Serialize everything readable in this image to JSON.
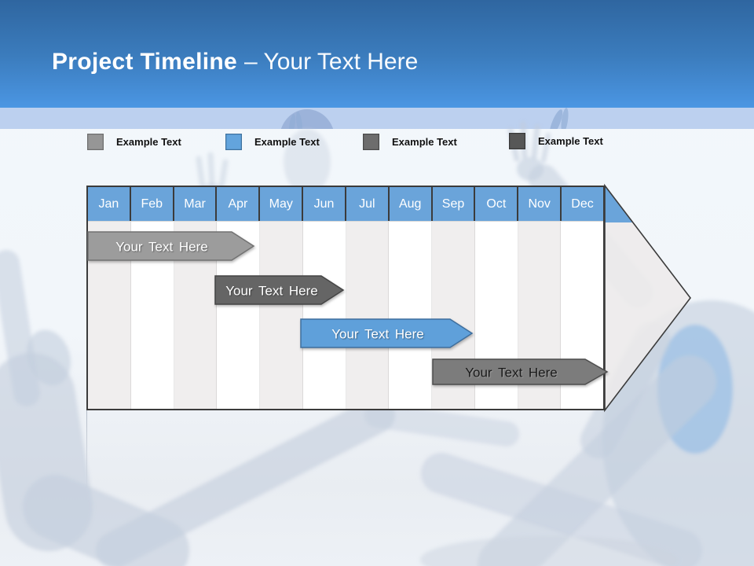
{
  "slide": {
    "title_bold": "Project Timeline",
    "title_rest": "– Your Text Here",
    "theme": {
      "header_gradient_top": "#2F66A0",
      "header_gradient_bottom": "#4B96E3",
      "band_color": "#BCD0EF",
      "background_color": "#F3F8FC",
      "month_header_color": "#6AA4DA",
      "stripe_color": "#F0EEEE",
      "table_border_color": "#3B3B3B",
      "arrowhead_fill": "#EDEBEB"
    }
  },
  "legend": {
    "items": [
      {
        "label": "Example Text",
        "swatch_color": "#969696"
      },
      {
        "label": "Example Text",
        "swatch_color": "#63A4DD"
      },
      {
        "label": "Example Text",
        "swatch_color": "#6D6D6D"
      },
      {
        "label": "Example Text",
        "swatch_color": "#575757"
      }
    ]
  },
  "timeline": {
    "months": [
      "Jan",
      "Feb",
      "Mar",
      "Apr",
      "May",
      "Jun",
      "Jul",
      "Aug",
      "Sep",
      "Oct",
      "Nov",
      "Dec"
    ],
    "bars": [
      {
        "label": "Your Text Here",
        "fill": "#9C9C9C",
        "text_color": "#FFFFFF",
        "span": "Jan–Mar"
      },
      {
        "label": "Your Text Here",
        "fill": "#656565",
        "text_color": "#FFFFFF",
        "span": "Apr–Jun"
      },
      {
        "label": "Your Text Here",
        "fill": "#5FA0DA",
        "text_color": "#FFFFFF",
        "span": "Jun–Sep"
      },
      {
        "label": "Your Text Here",
        "fill": "#7C7C7C",
        "text_color": "#1A1A1A",
        "span": "Sep–Dec"
      }
    ]
  }
}
